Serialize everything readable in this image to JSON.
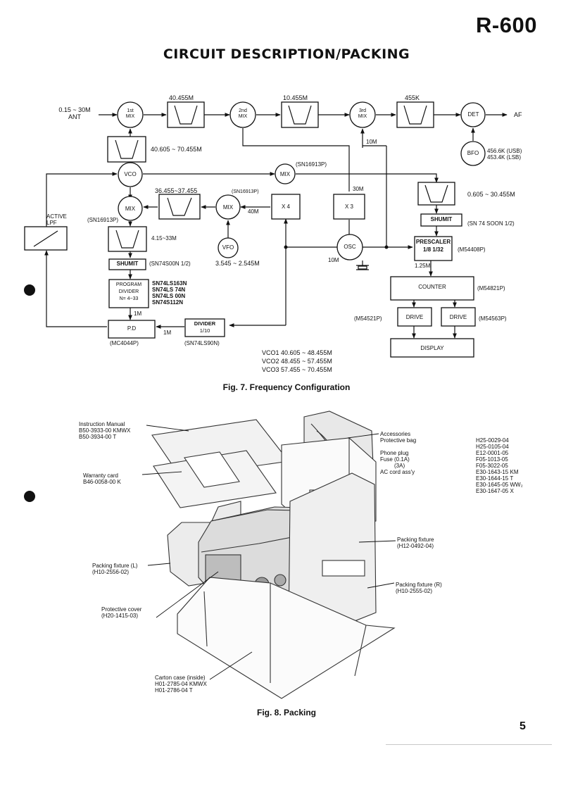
{
  "header": {
    "model": "R-600",
    "title": "CIRCUIT DESCRIPTION/PACKING"
  },
  "fig7": {
    "caption": "Fig. 7. Frequency Configuration",
    "ant": [
      "0.15 ~ 30M",
      "ANT"
    ],
    "first_mix": [
      "1st",
      "MIX"
    ],
    "second_mix": [
      "2nd",
      "MIX"
    ],
    "third_mix": [
      "3rd",
      "MIX"
    ],
    "filter_40455": "40.455M",
    "filter_10455": "10.455M",
    "filter_455k": "455K",
    "det": "DET",
    "af": "AF",
    "bfo": "BFO",
    "bfo_freqs": [
      "456.6K (USB)",
      "453.4K (LSB)"
    ],
    "label_10m_top": "10M",
    "vco_filter_range": "40.605 ~ 70.455M",
    "vco": "VCO",
    "mix_top_ic": "(SN16913P)",
    "mix": "MIX",
    "label_30m": "30M",
    "x3": "X 3",
    "x4": "X 4",
    "label_40m": "40M",
    "mix_mid_ic": "(SN16913P)",
    "filter_3645": "36.455~37.455",
    "mix_left_ic": "(SN16913P)",
    "filter_range_right": "0.605 ~ 30.455M",
    "shumit": "SHUMIT",
    "shumit_right_ic": "(SN 74  SOON 1/2)",
    "active_lpf": [
      "ACTIVE",
      "LPF"
    ],
    "filter_415": "4.15~33M",
    "vfo": "VFO",
    "vfo_range": "3.545 ~ 2.545M",
    "osc": "OSC",
    "label_10m_osc": "10M",
    "prescaler": [
      "PRESCALER",
      "1/8     1/32"
    ],
    "prescaler_ic": "(M54408P)",
    "shumit_left_ic": "(SN74S00N 1/2)",
    "label_125m": "1.25M",
    "program_divider": [
      "PROGRAM",
      "DIVIDER",
      "N= 4~33"
    ],
    "program_divider_ics": [
      "SN74LS163N",
      "SN74LS 74N",
      "SN74LS 00N",
      "SN74S112N"
    ],
    "counter": "COUNTER",
    "counter_ic": "(M54821P)",
    "label_1m_a": "1M",
    "label_1m_b": "1M",
    "pd": "P.D",
    "pd_ic": "(MC4044P)",
    "divider": [
      "DIVIDER",
      "1/10"
    ],
    "divider_ic": "(SN74LS90N)",
    "drive": "DRIVE",
    "drive_left_ic": "(M54521P)",
    "drive_right_ic": "(M54563P)",
    "display": "DISPLAY",
    "vco_ranges": [
      "VCO1   40.605 ~ 48.455M",
      "VCO2   48.455 ~ 57.455M",
      "VCO3   57.455 ~ 70.455M"
    ]
  },
  "fig8": {
    "caption": "Fig. 8. Packing",
    "manual": [
      "Instruction Manual",
      "B50-3933-00 KMWX",
      "B50-3934-00 T"
    ],
    "warranty": [
      "Warranty card",
      "B46-0058-00 K"
    ],
    "fixture_l": [
      "Packing fixture (L)",
      "(H10-2556-02)"
    ],
    "protective_cover": [
      "Protective cover",
      "(H20-1415-03)"
    ],
    "carton": [
      "Carton case (inside)",
      "H01-2785-04 KMWX",
      "H01-2786-04 T"
    ],
    "accessories_title": "Accessories",
    "accessories": [
      {
        "name": "Protective bag",
        "codes": [
          "H25-0029-04",
          "H25-0105-04"
        ]
      },
      {
        "name": "Phone plug",
        "codes": [
          "E12-0001-05"
        ]
      },
      {
        "name": "Fuse (0.1A)",
        "codes": [
          "F05-1013-05"
        ]
      },
      {
        "name": "(3A)",
        "codes": [
          "F05-3022-05"
        ]
      },
      {
        "name": "AC cord ass'y",
        "codes": [
          "E30-1643-15 KM",
          "E30-1644-15 T",
          "E30-1645-05 WW₂",
          "E30-1647-05 X"
        ]
      }
    ],
    "fixture_center": [
      "Packing fixture",
      "(H12-0492-04)"
    ],
    "fixture_r": [
      "Packing fixture (R)",
      "(H10-2555-02)"
    ]
  },
  "footer": {
    "page": "5"
  }
}
